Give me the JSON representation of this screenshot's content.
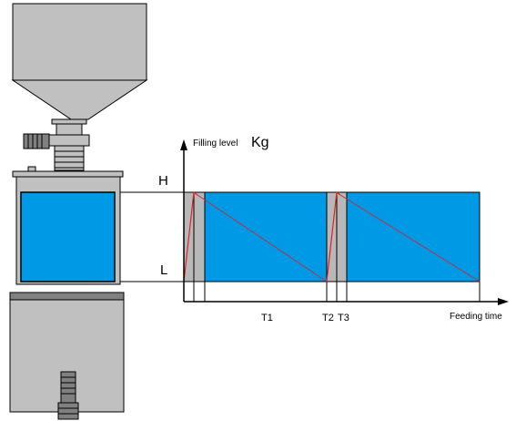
{
  "labels": {
    "y_axis": "Filling level",
    "unit": "Kg",
    "high": "H",
    "low": "L",
    "t1": "T1",
    "t2": "T2",
    "t3": "T3",
    "x_axis": "Feeding time"
  },
  "colors": {
    "fill_blue": "#0099e6",
    "machine_gray": "#c0c0c0",
    "dark_gray": "#808080",
    "refill_gray": "#b8b8b8",
    "ramp_red": "#e02020"
  }
}
